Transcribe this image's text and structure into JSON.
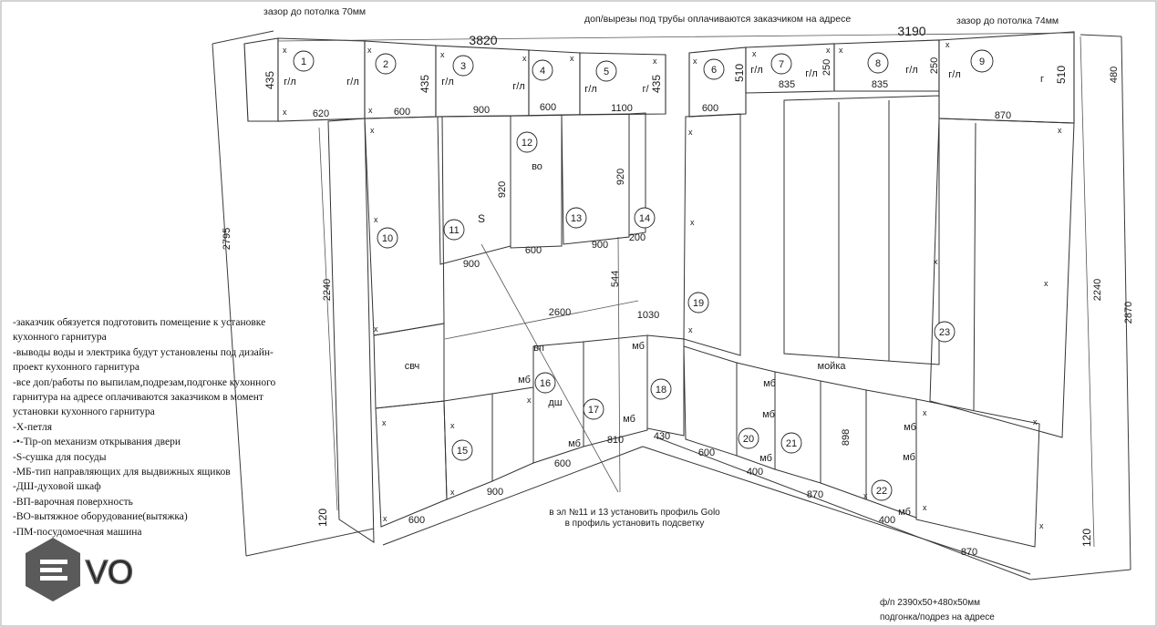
{
  "top_notes": {
    "gap_left": "зазор до потолка 70мм",
    "pipes": "доп/вырезы под трубы оплачиваются заказчиком на адресе",
    "gap_right": "зазор до потолка 74мм"
  },
  "overall_dims": {
    "left_wall": "3820",
    "right_wall": "3190",
    "left_height": "2795",
    "right_height": "2870",
    "tall_left": "2240",
    "tall_right": "2240",
    "right_top": "480",
    "plinth_left": "120",
    "plinth_right": "120",
    "counter_back": "2600",
    "counter_side": "1030"
  },
  "upper_modules": [
    {
      "num": "1",
      "height": "435",
      "width": "620",
      "left": "г/л",
      "right": "г/л"
    },
    {
      "num": "2",
      "width": "600"
    },
    {
      "num": "3",
      "height": "435",
      "width": "900",
      "left": "г/л",
      "right": "г/л"
    },
    {
      "num": "4",
      "width": "600"
    },
    {
      "num": "5",
      "height": "435",
      "width": "1100",
      "left": "г/л",
      "right": "г/"
    },
    {
      "num": "6",
      "height": "510",
      "width": "600"
    },
    {
      "num": "7",
      "height": "250",
      "width": "835",
      "left": "г/л"
    },
    {
      "num": "8",
      "height": "250",
      "width": "835",
      "left": "г/л",
      "right": "г/л"
    },
    {
      "num": "9",
      "height": "510",
      "width": "870",
      "left": "г/л",
      "right": "г"
    }
  ],
  "mid_modules": [
    {
      "num": "10"
    },
    {
      "num": "11",
      "mark": "S",
      "width": "900"
    },
    {
      "num": "12",
      "mark": "во",
      "height": "920",
      "width": "600"
    },
    {
      "num": "13",
      "height": "920",
      "width": "900"
    },
    {
      "num": "14",
      "width": "200"
    },
    {
      "num": "19"
    },
    {
      "num": "23"
    }
  ],
  "lower_modules": [
    {
      "num": "15",
      "width": "900"
    },
    {
      "num": "16",
      "mark": "дш",
      "drawer": "мб"
    },
    {
      "num": "17",
      "drawer": "мб",
      "width": "600"
    },
    {
      "num": "18"
    },
    {
      "num": "20",
      "drawer": "мб"
    },
    {
      "num": "21",
      "drawer": "мб"
    },
    {
      "num": "22",
      "drawer": "мб"
    }
  ],
  "misc_labels": {
    "microwave": "свч",
    "hob": "вп",
    "sink": "мойка",
    "height_544": "544",
    "w_600_left": "600",
    "w_600_mid": "600",
    "w_810": "810",
    "w_430": "430",
    "w_600_corner": "600",
    "w_400_a": "400",
    "w_870_a": "870",
    "w_400_b": "400",
    "w_870_b": "870",
    "h_898": "898",
    "mb_labels": [
      "мб",
      "мб",
      "мб",
      "мб",
      "мб",
      "мб"
    ]
  },
  "profile_note": {
    "line1": "в эл №11 и 13 установить профиль Golo",
    "line2": "в профиль установить подсветку"
  },
  "bottom_note": {
    "line1": "ф/п 2390х50+480х50мм",
    "line2": "подгонка/подрез на адресе"
  },
  "legend": [
    "-заказчик обязуется подготовить помещение к установке кухонного гарнитура",
    "-выводы воды и электрика будут установлены под дизайн-проект кухонного гарнитура",
    "-все доп/работы по выпилам,подрезам,подгонке кухонного гарнитура на адресе оплачиваются заказчиком в момент установки кухонного гарнитура",
    "-Х-петля",
    "-•-Tip-on механизм открывания двери",
    "-S-сушка для посуды",
    "-МБ-тип направляющих для выдвижных ящиков",
    "-ДШ-духовой шкаф",
    "-ВП-варочная поверхность",
    "-ВО-вытяжное оборудование(вытяжка)",
    "-ПМ-посудомоечная машина"
  ],
  "logo": {
    "text": "VO"
  },
  "colors": {
    "line": "#3a3a3a",
    "logo": "#5a5a5a"
  }
}
